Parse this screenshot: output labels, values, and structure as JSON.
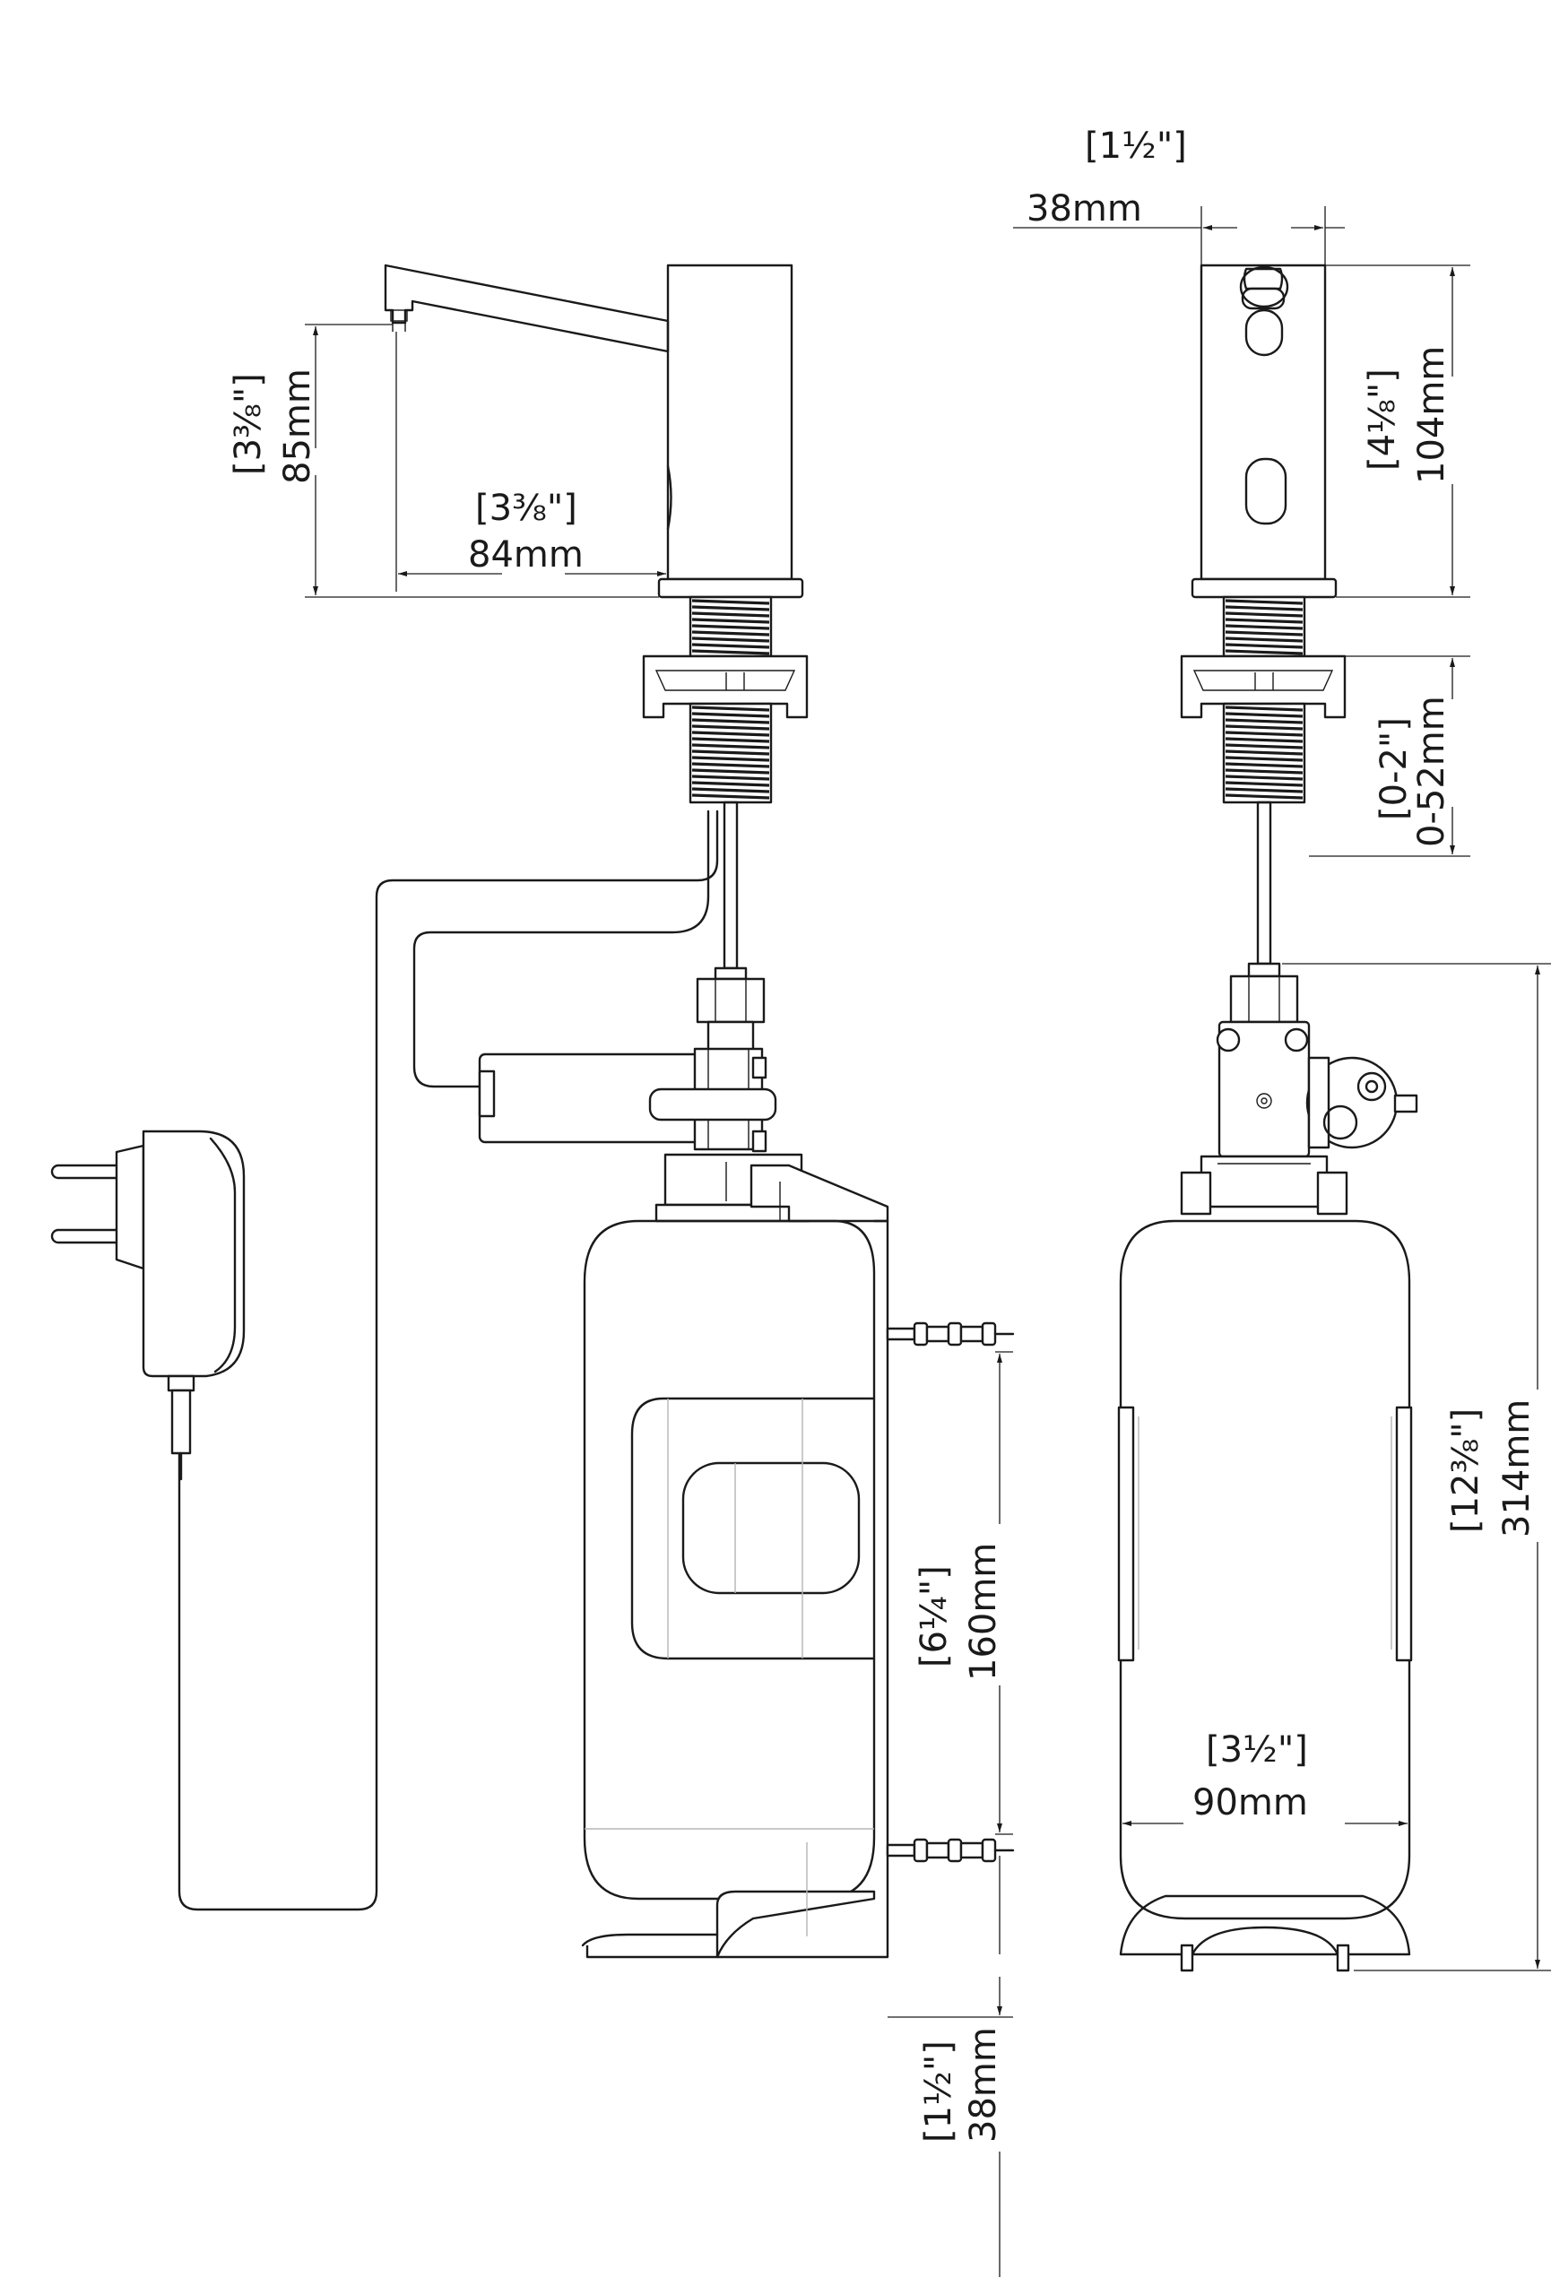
{
  "dimensions": {
    "top_width": {
      "metric": "38mm",
      "imperial": "[1½\"]"
    },
    "spout_height": {
      "metric": "85mm",
      "imperial": "[3⅜\"]"
    },
    "spout_reach": {
      "metric": "84mm",
      "imperial": "[3⅜\"]"
    },
    "body_height": {
      "metric": "104mm",
      "imperial": "[4⅛\"]"
    },
    "deck_thickness": {
      "metric": "0-52mm",
      "imperial": "[0-2\"]"
    },
    "total_height": {
      "metric": "314mm",
      "imperial": "[12⅜\"]"
    },
    "mount_spacing": {
      "metric": "160mm",
      "imperial": "[6¼\"]"
    },
    "bottle_width": {
      "metric": "90mm",
      "imperial": "[3½\"]"
    },
    "base_offset": {
      "metric": "38mm",
      "imperial": "[1½\"]"
    }
  },
  "colors": {
    "line": "#1a1a1a",
    "hidden": "#b5b5b5",
    "background": "#ffffff"
  }
}
